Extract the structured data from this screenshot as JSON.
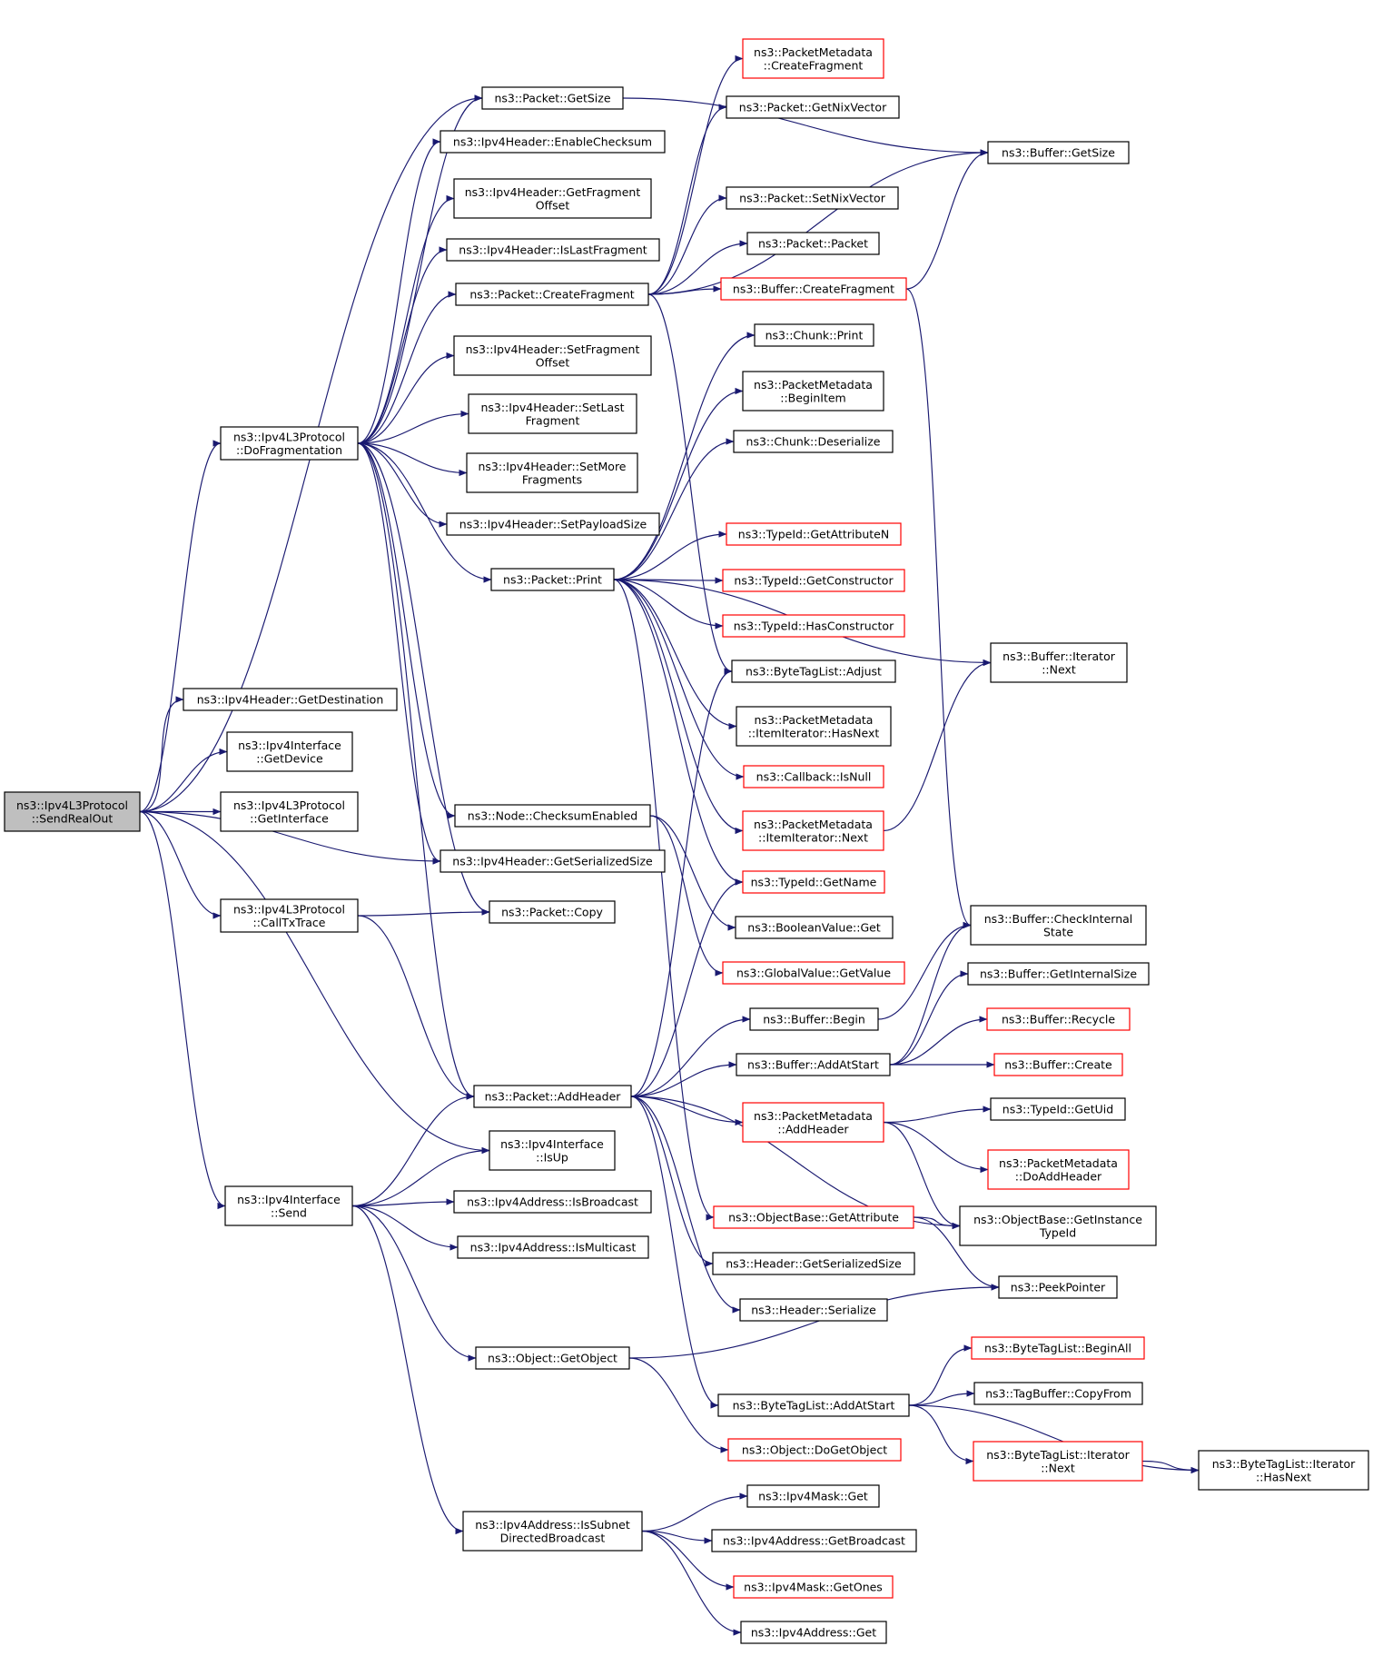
{
  "nodes": [
    {
      "id": "root",
      "lines": [
        "ns3::Ipv4L3Protocol",
        "::SendRealOut"
      ],
      "border": "root"
    },
    {
      "id": "doFrag",
      "lines": [
        "ns3::Ipv4L3Protocol",
        "::DoFragmentation"
      ],
      "border": "black"
    },
    {
      "id": "getDest",
      "lines": [
        "ns3::Ipv4Header::GetDestination"
      ],
      "border": "black"
    },
    {
      "id": "ifGetDevice",
      "lines": [
        "ns3::Ipv4Interface",
        "::GetDevice"
      ],
      "border": "black"
    },
    {
      "id": "getInterface",
      "lines": [
        "ns3::Ipv4L3Protocol",
        "::GetInterface"
      ],
      "border": "black"
    },
    {
      "id": "callTx",
      "lines": [
        "ns3::Ipv4L3Protocol",
        "::CallTxTrace"
      ],
      "border": "black"
    },
    {
      "id": "ifSend",
      "lines": [
        "ns3::Ipv4Interface",
        "::Send"
      ],
      "border": "black"
    },
    {
      "id": "pktGetSize",
      "lines": [
        "ns3::Packet::GetSize"
      ],
      "border": "black"
    },
    {
      "id": "enChecksum",
      "lines": [
        "ns3::Ipv4Header::EnableChecksum"
      ],
      "border": "black"
    },
    {
      "id": "getFragOff",
      "lines": [
        "ns3::Ipv4Header::GetFragment",
        "Offset"
      ],
      "border": "black"
    },
    {
      "id": "isLastFrag",
      "lines": [
        "ns3::Ipv4Header::IsLastFragment"
      ],
      "border": "black"
    },
    {
      "id": "pktCreateFrag",
      "lines": [
        "ns3::Packet::CreateFragment"
      ],
      "border": "black"
    },
    {
      "id": "setFragOff",
      "lines": [
        "ns3::Ipv4Header::SetFragment",
        "Offset"
      ],
      "border": "black"
    },
    {
      "id": "setLastFrag",
      "lines": [
        "ns3::Ipv4Header::SetLast",
        "Fragment"
      ],
      "border": "black"
    },
    {
      "id": "setMoreFrag",
      "lines": [
        "ns3::Ipv4Header::SetMore",
        "Fragments"
      ],
      "border": "black"
    },
    {
      "id": "setPayload",
      "lines": [
        "ns3::Ipv4Header::SetPayloadSize"
      ],
      "border": "black"
    },
    {
      "id": "pktPrint",
      "lines": [
        "ns3::Packet::Print"
      ],
      "border": "black"
    },
    {
      "id": "nodeChecksum",
      "lines": [
        "ns3::Node::ChecksumEnabled"
      ],
      "border": "black"
    },
    {
      "id": "hdrGetSerSize",
      "lines": [
        "ns3::Ipv4Header::GetSerializedSize"
      ],
      "border": "black"
    },
    {
      "id": "pktCopy",
      "lines": [
        "ns3::Packet::Copy"
      ],
      "border": "black"
    },
    {
      "id": "pktAddHeader",
      "lines": [
        "ns3::Packet::AddHeader"
      ],
      "border": "black"
    },
    {
      "id": "ifIsUp",
      "lines": [
        "ns3::Ipv4Interface",
        "::IsUp"
      ],
      "border": "black"
    },
    {
      "id": "addrIsBcast",
      "lines": [
        "ns3::Ipv4Address::IsBroadcast"
      ],
      "border": "black"
    },
    {
      "id": "addrIsMcast",
      "lines": [
        "ns3::Ipv4Address::IsMulticast"
      ],
      "border": "black"
    },
    {
      "id": "objGetObject",
      "lines": [
        "ns3::Object::GetObject"
      ],
      "border": "black"
    },
    {
      "id": "addrIsSubnet",
      "lines": [
        "ns3::Ipv4Address::IsSubnet",
        "DirectedBroadcast"
      ],
      "border": "black"
    },
    {
      "id": "pmCreateFrag",
      "lines": [
        "ns3::PacketMetadata",
        "::CreateFragment"
      ],
      "border": "red"
    },
    {
      "id": "pktGetNix",
      "lines": [
        "ns3::Packet::GetNixVector"
      ],
      "border": "black"
    },
    {
      "id": "pktSetNix",
      "lines": [
        "ns3::Packet::SetNixVector"
      ],
      "border": "black"
    },
    {
      "id": "pktPacket",
      "lines": [
        "ns3::Packet::Packet"
      ],
      "border": "black"
    },
    {
      "id": "bufCreateFrag",
      "lines": [
        "ns3::Buffer::CreateFragment"
      ],
      "border": "red"
    },
    {
      "id": "chunkPrint",
      "lines": [
        "ns3::Chunk::Print"
      ],
      "border": "black"
    },
    {
      "id": "pmBeginItem",
      "lines": [
        "ns3::PacketMetadata",
        "::BeginItem"
      ],
      "border": "black"
    },
    {
      "id": "chunkDeser",
      "lines": [
        "ns3::Chunk::Deserialize"
      ],
      "border": "black"
    },
    {
      "id": "tidGetAttrN",
      "lines": [
        "ns3::TypeId::GetAttributeN"
      ],
      "border": "red"
    },
    {
      "id": "tidGetCtor",
      "lines": [
        "ns3::TypeId::GetConstructor"
      ],
      "border": "red"
    },
    {
      "id": "tidHasCtor",
      "lines": [
        "ns3::TypeId::HasConstructor"
      ],
      "border": "red"
    },
    {
      "id": "btlAdjust",
      "lines": [
        "ns3::ByteTagList::Adjust"
      ],
      "border": "black"
    },
    {
      "id": "pmItHasNext",
      "lines": [
        "ns3::PacketMetadata",
        "::ItemIterator::HasNext"
      ],
      "border": "black"
    },
    {
      "id": "cbIsNull",
      "lines": [
        "ns3::Callback::IsNull"
      ],
      "border": "red"
    },
    {
      "id": "pmItNext",
      "lines": [
        "ns3::PacketMetadata",
        "::ItemIterator::Next"
      ],
      "border": "red"
    },
    {
      "id": "tidGetName",
      "lines": [
        "ns3::TypeId::GetName"
      ],
      "border": "red"
    },
    {
      "id": "boolGet",
      "lines": [
        "ns3::BooleanValue::Get"
      ],
      "border": "black"
    },
    {
      "id": "gvGetValue",
      "lines": [
        "ns3::GlobalValue::GetValue"
      ],
      "border": "red"
    },
    {
      "id": "bufBegin",
      "lines": [
        "ns3::Buffer::Begin"
      ],
      "border": "black"
    },
    {
      "id": "bufAddAtStart",
      "lines": [
        "ns3::Buffer::AddAtStart"
      ],
      "border": "black"
    },
    {
      "id": "pmAddHeader",
      "lines": [
        "ns3::PacketMetadata",
        "::AddHeader"
      ],
      "border": "red"
    },
    {
      "id": "obGetAttr",
      "lines": [
        "ns3::ObjectBase::GetAttribute"
      ],
      "border": "red"
    },
    {
      "id": "hdrGetSer",
      "lines": [
        "ns3::Header::GetSerializedSize"
      ],
      "border": "black"
    },
    {
      "id": "hdrSerialize",
      "lines": [
        "ns3::Header::Serialize"
      ],
      "border": "black"
    },
    {
      "id": "btlAddAtStart",
      "lines": [
        "ns3::ByteTagList::AddAtStart"
      ],
      "border": "black"
    },
    {
      "id": "objDoGetObject",
      "lines": [
        "ns3::Object::DoGetObject"
      ],
      "border": "red"
    },
    {
      "id": "maskGet",
      "lines": [
        "ns3::Ipv4Mask::Get"
      ],
      "border": "black"
    },
    {
      "id": "addrGetBcast",
      "lines": [
        "ns3::Ipv4Address::GetBroadcast"
      ],
      "border": "black"
    },
    {
      "id": "maskGetOnes",
      "lines": [
        "ns3::Ipv4Mask::GetOnes"
      ],
      "border": "red"
    },
    {
      "id": "addrGet",
      "lines": [
        "ns3::Ipv4Address::Get"
      ],
      "border": "black"
    },
    {
      "id": "bufGetSize",
      "lines": [
        "ns3::Buffer::GetSize"
      ],
      "border": "black"
    },
    {
      "id": "bufItNext",
      "lines": [
        "ns3::Buffer::Iterator",
        "::Next"
      ],
      "border": "black"
    },
    {
      "id": "bufCheckInt",
      "lines": [
        "ns3::Buffer::CheckInternal",
        "State"
      ],
      "border": "black"
    },
    {
      "id": "bufGetIntSize",
      "lines": [
        "ns3::Buffer::GetInternalSize"
      ],
      "border": "black"
    },
    {
      "id": "bufRecycle",
      "lines": [
        "ns3::Buffer::Recycle"
      ],
      "border": "red"
    },
    {
      "id": "bufCreate",
      "lines": [
        "ns3::Buffer::Create"
      ],
      "border": "red"
    },
    {
      "id": "tidGetUid",
      "lines": [
        "ns3::TypeId::GetUid"
      ],
      "border": "black"
    },
    {
      "id": "pmDoAddHeader",
      "lines": [
        "ns3::PacketMetadata",
        "::DoAddHeader"
      ],
      "border": "red"
    },
    {
      "id": "obGetInstTid",
      "lines": [
        "ns3::ObjectBase::GetInstance",
        "TypeId"
      ],
      "border": "black"
    },
    {
      "id": "peekPointer",
      "lines": [
        "ns3::PeekPointer"
      ],
      "border": "black"
    },
    {
      "id": "btlBeginAll",
      "lines": [
        "ns3::ByteTagList::BeginAll"
      ],
      "border": "red"
    },
    {
      "id": "tagBufCopy",
      "lines": [
        "ns3::TagBuffer::CopyFrom"
      ],
      "border": "black"
    },
    {
      "id": "btlItNext",
      "lines": [
        "ns3::ByteTagList::Iterator",
        "::Next"
      ],
      "border": "red"
    },
    {
      "id": "btlItHasNext",
      "lines": [
        "ns3::ByteTagList::Iterator",
        "::HasNext"
      ],
      "border": "black"
    }
  ],
  "edges": [
    [
      "root",
      "pktGetSize"
    ],
    [
      "root",
      "doFrag"
    ],
    [
      "root",
      "getDest"
    ],
    [
      "root",
      "ifGetDevice"
    ],
    [
      "root",
      "getInterface"
    ],
    [
      "root",
      "hdrGetSerSize"
    ],
    [
      "root",
      "callTx"
    ],
    [
      "root",
      "ifIsUp"
    ],
    [
      "root",
      "ifSend"
    ],
    [
      "doFrag",
      "pktGetSize"
    ],
    [
      "doFrag",
      "enChecksum"
    ],
    [
      "doFrag",
      "getFragOff"
    ],
    [
      "doFrag",
      "isLastFrag"
    ],
    [
      "doFrag",
      "pktCreateFrag"
    ],
    [
      "doFrag",
      "setFragOff"
    ],
    [
      "doFrag",
      "setLastFrag"
    ],
    [
      "doFrag",
      "setMoreFrag"
    ],
    [
      "doFrag",
      "setPayload"
    ],
    [
      "doFrag",
      "pktPrint"
    ],
    [
      "doFrag",
      "nodeChecksum"
    ],
    [
      "doFrag",
      "hdrGetSerSize"
    ],
    [
      "doFrag",
      "pktCopy"
    ],
    [
      "doFrag",
      "pktAddHeader"
    ],
    [
      "callTx",
      "pktCopy"
    ],
    [
      "callTx",
      "pktAddHeader"
    ],
    [
      "ifSend",
      "pktAddHeader"
    ],
    [
      "ifSend",
      "ifIsUp"
    ],
    [
      "ifSend",
      "addrIsBcast"
    ],
    [
      "ifSend",
      "addrIsMcast"
    ],
    [
      "ifSend",
      "objGetObject"
    ],
    [
      "ifSend",
      "addrIsSubnet"
    ],
    [
      "pktGetSize",
      "bufGetSize"
    ],
    [
      "pktCreateFrag",
      "pmCreateFrag"
    ],
    [
      "pktCreateFrag",
      "pktGetNix"
    ],
    [
      "pktCreateFrag",
      "bufGetSize"
    ],
    [
      "pktCreateFrag",
      "pktSetNix"
    ],
    [
      "pktCreateFrag",
      "pktPacket"
    ],
    [
      "pktCreateFrag",
      "bufCreateFrag"
    ],
    [
      "pktCreateFrag",
      "btlAdjust"
    ],
    [
      "bufCreateFrag",
      "bufGetSize"
    ],
    [
      "bufCreateFrag",
      "bufCheckInt"
    ],
    [
      "pktPrint",
      "chunkPrint"
    ],
    [
      "pktPrint",
      "pmBeginItem"
    ],
    [
      "pktPrint",
      "chunkDeser"
    ],
    [
      "pktPrint",
      "bufItNext"
    ],
    [
      "pktPrint",
      "tidGetAttrN"
    ],
    [
      "pktPrint",
      "tidGetCtor"
    ],
    [
      "pktPrint",
      "tidHasCtor"
    ],
    [
      "pktPrint",
      "pmItHasNext"
    ],
    [
      "pktPrint",
      "cbIsNull"
    ],
    [
      "pktPrint",
      "pmItNext"
    ],
    [
      "pktPrint",
      "tidGetName"
    ],
    [
      "pktPrint",
      "obGetAttr"
    ],
    [
      "pmItNext",
      "bufItNext"
    ],
    [
      "nodeChecksum",
      "boolGet"
    ],
    [
      "nodeChecksum",
      "gvGetValue"
    ],
    [
      "pktAddHeader",
      "btlAdjust"
    ],
    [
      "pktAddHeader",
      "tidGetName"
    ],
    [
      "pktAddHeader",
      "bufBegin"
    ],
    [
      "pktAddHeader",
      "bufAddAtStart"
    ],
    [
      "pktAddHeader",
      "pmAddHeader"
    ],
    [
      "pktAddHeader",
      "obGetInstTid"
    ],
    [
      "pktAddHeader",
      "hdrGetSer"
    ],
    [
      "pktAddHeader",
      "hdrSerialize"
    ],
    [
      "pktAddHeader",
      "btlAddAtStart"
    ],
    [
      "bufBegin",
      "bufCheckInt"
    ],
    [
      "bufAddAtStart",
      "bufCheckInt"
    ],
    [
      "bufAddAtStart",
      "bufGetIntSize"
    ],
    [
      "bufAddAtStart",
      "bufRecycle"
    ],
    [
      "bufAddAtStart",
      "bufCreate"
    ],
    [
      "pmAddHeader",
      "tidGetUid"
    ],
    [
      "pmAddHeader",
      "pmDoAddHeader"
    ],
    [
      "pmAddHeader",
      "obGetInstTid"
    ],
    [
      "obGetAttr",
      "obGetInstTid"
    ],
    [
      "obGetAttr",
      "peekPointer"
    ],
    [
      "objGetObject",
      "peekPointer"
    ],
    [
      "objGetObject",
      "objDoGetObject"
    ],
    [
      "btlAddAtStart",
      "btlBeginAll"
    ],
    [
      "btlAddAtStart",
      "tagBufCopy"
    ],
    [
      "btlAddAtStart",
      "btlItNext"
    ],
    [
      "btlAddAtStart",
      "btlItHasNext"
    ],
    [
      "btlItNext",
      "btlItHasNext"
    ],
    [
      "addrIsSubnet",
      "maskGet"
    ],
    [
      "addrIsSubnet",
      "addrGetBcast"
    ],
    [
      "addrIsSubnet",
      "maskGetOnes"
    ],
    [
      "addrIsSubnet",
      "addrGet"
    ]
  ]
}
